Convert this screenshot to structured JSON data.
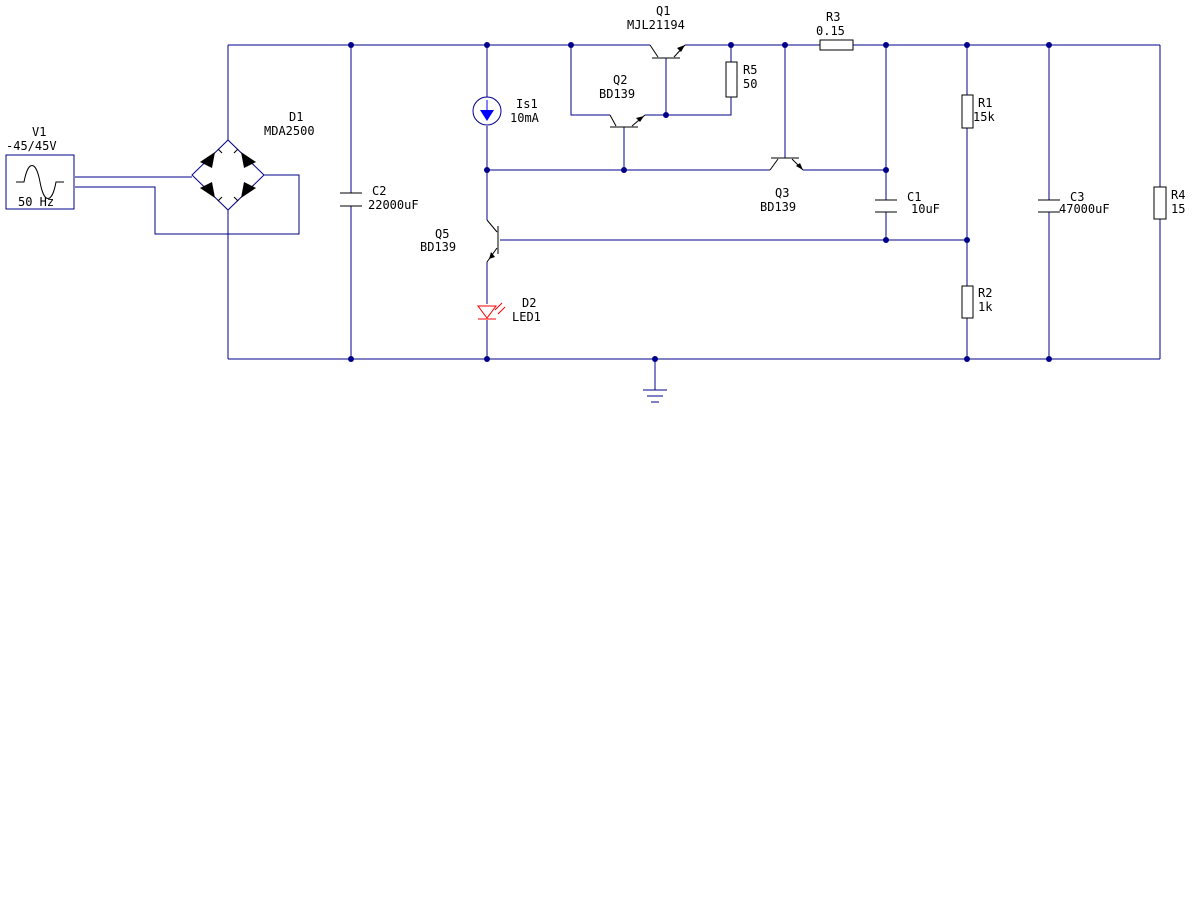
{
  "components": {
    "v1": {
      "ref": "V1",
      "value": "-45/45V",
      "freq": "50 Hz"
    },
    "d1": {
      "ref": "D1",
      "value": "MDA2500"
    },
    "c2": {
      "ref": "C2",
      "value": "22000uF"
    },
    "is1": {
      "ref": "Is1",
      "value": "10mA"
    },
    "q5": {
      "ref": "Q5",
      "value": "BD139"
    },
    "d2": {
      "ref": "D2",
      "value": "LED1"
    },
    "q1": {
      "ref": "Q1",
      "value": "MJL21194"
    },
    "q2": {
      "ref": "Q2",
      "value": "BD139"
    },
    "r5": {
      "ref": "R5",
      "value": "50"
    },
    "r3": {
      "ref": "R3",
      "value": "0.15"
    },
    "q3": {
      "ref": "Q3",
      "value": "BD139"
    },
    "c1": {
      "ref": "C1",
      "value": "10uF"
    },
    "r1": {
      "ref": "R1",
      "value": "15k"
    },
    "r2": {
      "ref": "R2",
      "value": "1k"
    },
    "c3": {
      "ref": "C3",
      "value": "47000uF"
    },
    "r4": {
      "ref": "R4",
      "value": "15"
    }
  },
  "colors": {
    "wire": "#00008b",
    "symbol": "#000000",
    "current_source": "#0000ff",
    "led": "#ff0000"
  }
}
